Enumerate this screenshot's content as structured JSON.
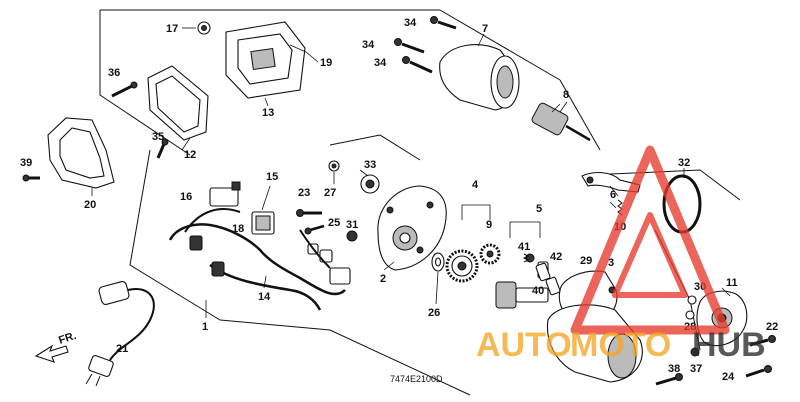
{
  "diagram": {
    "ref_code": "7474E2100D",
    "front_marker": "FR.",
    "watermark": {
      "word_1": "AUTO",
      "word_2": "MOTO",
      "word_3": "HUB",
      "color_red": "#e53a2c",
      "color_yellow": "#f5a623",
      "color_dark": "#2b2b2b"
    },
    "labels": {
      "p1": "1",
      "p2": "2",
      "p3": "3",
      "p4": "4",
      "p5": "5",
      "p6": "6",
      "p7": "7",
      "p8": "8",
      "p9": "9",
      "p10": "10",
      "p11": "11",
      "p12": "12",
      "p13": "13",
      "p14": "14",
      "p15": "15",
      "p16": "16",
      "p17": "17",
      "p18": "18",
      "p19": "19",
      "p20": "20",
      "p21": "21",
      "p22": "22",
      "p23": "23",
      "p24": "24",
      "p25": "25",
      "p26": "26",
      "p27": "27",
      "p28": "28",
      "p29": "29",
      "p30": "30",
      "p31": "31",
      "p32": "32",
      "p33": "33",
      "p34a": "34",
      "p34b": "34",
      "p34c": "34",
      "p35": "35",
      "p36": "36",
      "p37": "37",
      "p38": "38",
      "p39": "39",
      "p40": "40",
      "p41": "41",
      "p42": "42"
    }
  }
}
